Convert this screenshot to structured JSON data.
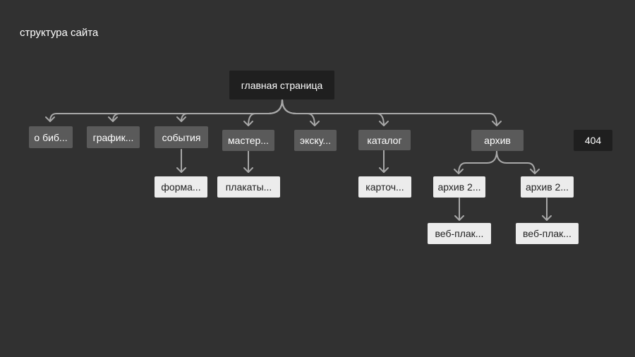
{
  "title": "структура сайта",
  "nodes": {
    "home": "главная страница",
    "about": "о биб...",
    "graphics": "график...",
    "events": "события",
    "masterclass": "мастер...",
    "excursions": "экску...",
    "catalog": "каталог",
    "archive": "архив",
    "notfound": "404",
    "format": "форма...",
    "posters": "плакаты...",
    "card": "карточ...",
    "archive_a": "архив 2...",
    "archive_b": "архив 2...",
    "webposter_a": "веб-плак...",
    "webposter_b": "веб-плак..."
  },
  "colors": {
    "background": "#313131",
    "root": "#1f1f1f",
    "section": "#5a5a5a",
    "leaf": "#ececec",
    "connector": "#a8a8a8"
  }
}
